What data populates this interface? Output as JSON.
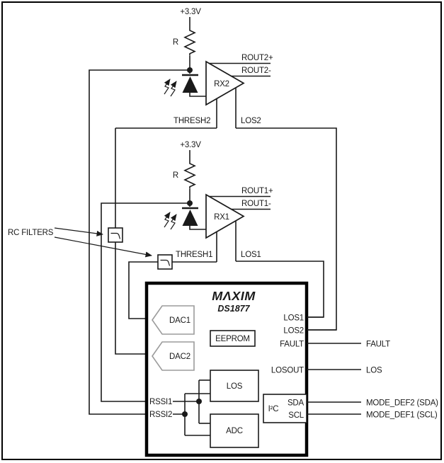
{
  "colors": {
    "background": "#ffffff",
    "wire": "#1a1a1a",
    "chip_border": "#000000",
    "dac_outline": "#9b9b9b"
  },
  "supply": {
    "voltage": "+3.3V",
    "resistor": "R"
  },
  "rx2": {
    "name": "RX2",
    "out_pos": "ROUT2+",
    "out_neg": "ROUT2-",
    "thresh": "THRESH2",
    "los": "LOS2"
  },
  "rx1": {
    "name": "RX1",
    "out_pos": "ROUT1+",
    "out_neg": "ROUT1-",
    "thresh": "THRESH1",
    "los": "LOS1"
  },
  "annotations": {
    "rc_filters": "RC FILTERS"
  },
  "chip": {
    "brand": "ΜΛΧΙΜ",
    "part": "DS1877",
    "blocks": {
      "dac1": "DAC1",
      "dac2": "DAC2",
      "eeprom": "EEPROM",
      "los": "LOS",
      "adc": "ADC",
      "i2c": "I²C"
    },
    "pins": {
      "los1": "LOS1",
      "los2": "LOS2",
      "fault": "FAULT",
      "losout": "LOSOUT",
      "sda": "SDA",
      "scl": "SCL",
      "rssi1": "RSSI1",
      "rssi2": "RSSI2"
    }
  },
  "external": {
    "fault": "FAULT",
    "los": "LOS",
    "mode_def2": "MODE_DEF2 (SDA)",
    "mode_def1": "MODE_DEF1 (SCL)"
  }
}
